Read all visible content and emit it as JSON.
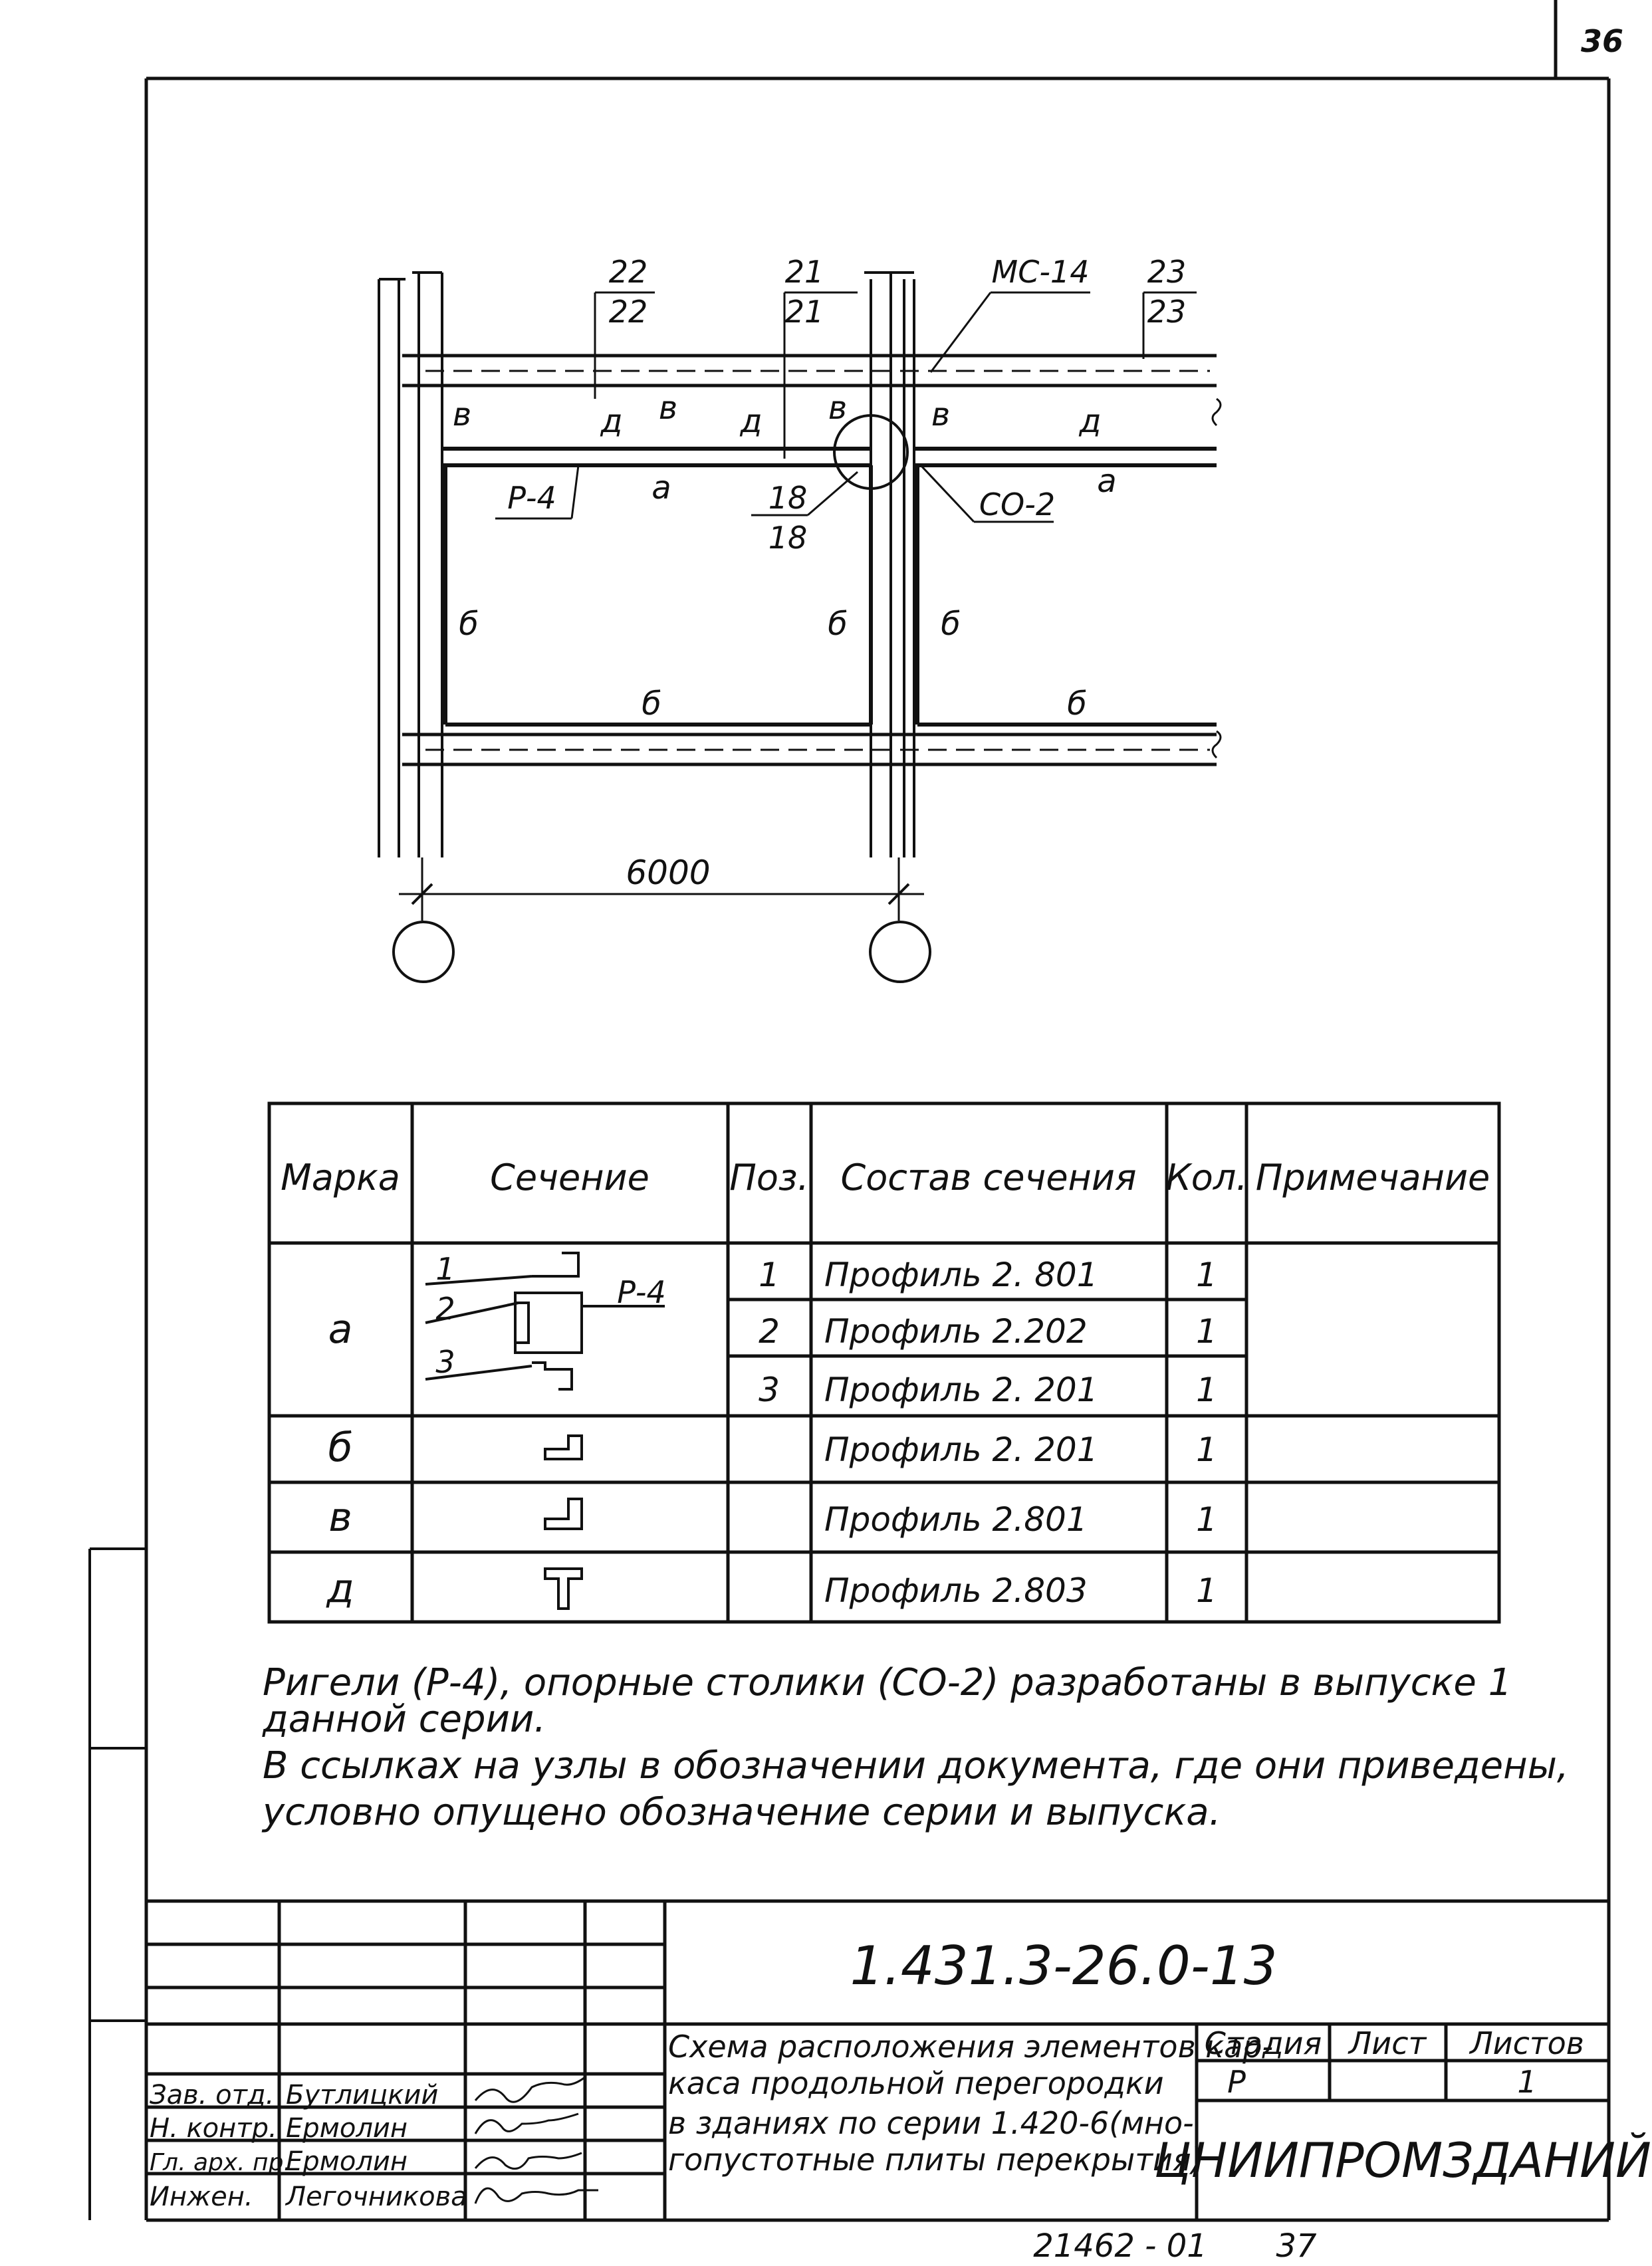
{
  "page_number": "36",
  "plan": {
    "callouts": {
      "c22_top": "22",
      "c22_bottom": "22",
      "c21_top": "21",
      "c21_bottom": "21",
      "mc14": "МС-14",
      "c23_top": "23",
      "c23_bottom": "23",
      "c18_top": "18",
      "c18_bottom": "18",
      "p4": "Р-4",
      "co2": "СО-2"
    },
    "element_marks": {
      "v": "в",
      "g": "д",
      "a": "а",
      "b": "б"
    },
    "dimension": "6000"
  },
  "table": {
    "headers": [
      "Марка",
      "Сечение",
      "Поз.",
      "Состав сечения",
      "Кол.",
      "Примечание"
    ],
    "rows": [
      {
        "mark": "а",
        "pos": "1",
        "composition": "Профиль 2. 801",
        "qty": "1",
        "note": ""
      },
      {
        "mark": "",
        "pos": "2",
        "composition": "Профиль 2.202",
        "qty": "1",
        "note": ""
      },
      {
        "mark": "",
        "pos": "3",
        "composition": "Профиль 2. 201",
        "qty": "1",
        "note": ""
      },
      {
        "mark": "б",
        "pos": "",
        "composition": "Профиль 2. 201",
        "qty": "1",
        "note": ""
      },
      {
        "mark": "в",
        "pos": "",
        "composition": "Профиль 2.801",
        "qty": "1",
        "note": ""
      },
      {
        "mark": "д",
        "pos": "",
        "composition": "Профиль 2.803",
        "qty": "1",
        "note": ""
      }
    ],
    "section_labels": {
      "l1": "1",
      "l2": "2",
      "l3": "3",
      "p4": "Р-4"
    }
  },
  "notes": [
    "Ригели (Р-4), опорные столики (СО-2) разработаны в выпуске 1",
    "данной серии.",
    "В ссылках на узлы в обозначении документа, где они приведены,",
    "условно опущено обозначение серии и выпуска."
  ],
  "title_block": {
    "designation": "1.431.3-26.0-13",
    "title_lines": [
      "Схема расположения элементов кар-",
      "каса продольной перегородки",
      "в зданиях по серии 1.420-6(мно-",
      "гопустотные плиты перекрытия)"
    ],
    "stage_label": "Стадия",
    "stage_value": "Р",
    "sheet_label": "Лист",
    "sheet_value": "",
    "sheets_label": "Листов",
    "sheets_value": "1",
    "organization": "ЦНИИПРОМЗДАНИЙ",
    "signatures": [
      {
        "role": "Зав. отд.",
        "name": "Бутлицкий"
      },
      {
        "role": "Н. контр.",
        "name": "Ермолин"
      },
      {
        "role": "Гл. арх. пр.",
        "name": "Ермолин"
      },
      {
        "role": "Инжен.",
        "name": "Легочникова"
      }
    ]
  },
  "footer": {
    "inventory": "21462 - 01",
    "page": "37"
  },
  "colors": {
    "ink": "#111111",
    "paper": "#ffffff"
  }
}
